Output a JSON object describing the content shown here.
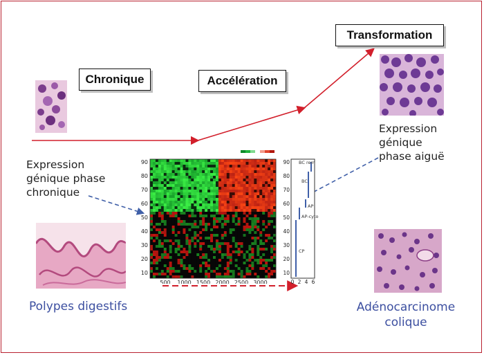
{
  "phases": {
    "chronic": "Chronique",
    "acceleration": "Accélération",
    "transformation": "Transformation"
  },
  "captions": {
    "chronic_expression": [
      "Expression",
      "génique phase",
      "chronique"
    ],
    "acute_expression": [
      "Expression",
      "génique",
      "phase aiguë"
    ],
    "polyps": "Polypes digestifs",
    "adenocarcinoma": [
      "Adénocarcinome",
      "colique"
    ]
  },
  "heatmap": {
    "y_ticks": [
      "90",
      "80",
      "70",
      "60",
      "50",
      "40",
      "30",
      "20",
      "10"
    ],
    "x_ticks": [
      "500",
      "1000",
      "1500",
      "2000",
      "2500",
      "3000"
    ]
  },
  "side_plot": {
    "y_ticks": [
      "90",
      "80",
      "70",
      "60",
      "50",
      "40",
      "30",
      "20",
      "10"
    ],
    "x_ticks": [
      "0",
      "2",
      "4",
      "6"
    ],
    "stage_labels": {
      "bc_rem": "BC rem",
      "bc": "BC",
      "ap": "AP",
      "ap_cyto": "AP-cyto",
      "cp": "CP"
    }
  },
  "colors": {
    "frame": "#b8202f",
    "timeline": "#d21f2b",
    "dashed_arrow": "#3f5fa8",
    "caption_blue": "#3c4fa0",
    "heat_green": "#27c84a",
    "heat_red": "#e4301c"
  }
}
